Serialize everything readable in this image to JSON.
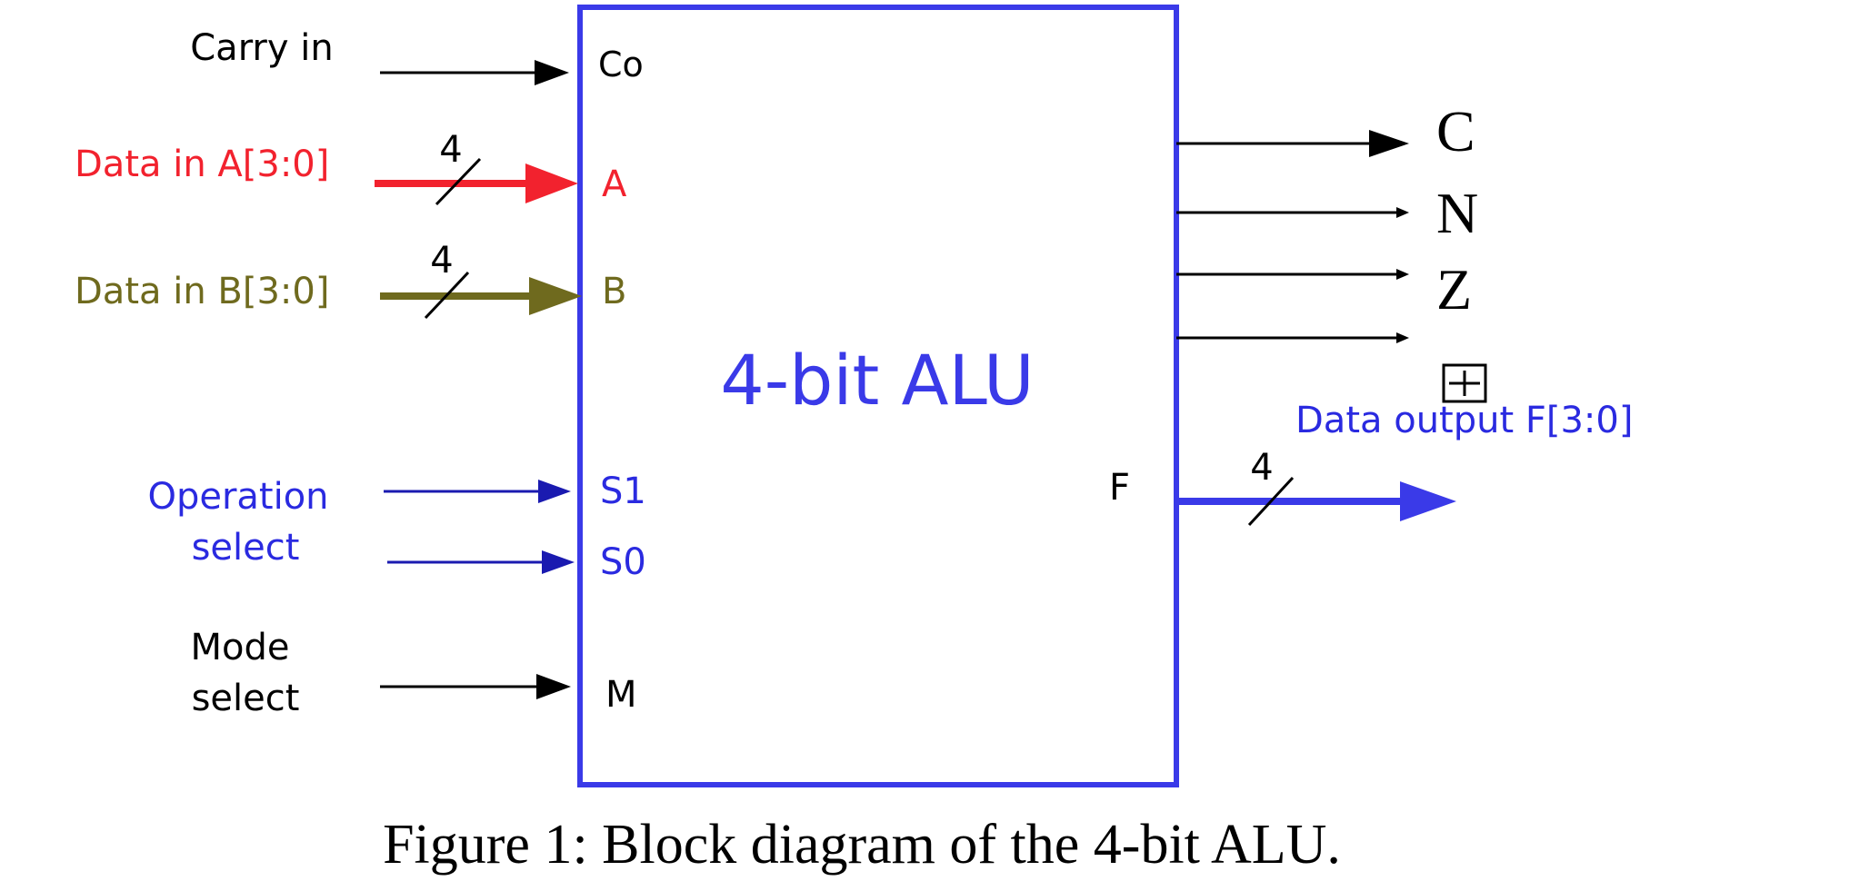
{
  "diagram": {
    "block_title": "4-bit ALU",
    "caption": "Figure 1: Block diagram of the 4-bit ALU.",
    "inputs": {
      "carry": {
        "label": "Carry in",
        "port": "Co"
      },
      "a": {
        "label": "Data in A[3:0]",
        "port": "A",
        "width": "4"
      },
      "b": {
        "label": "Data in B[3:0]",
        "port": "B",
        "width": "4"
      },
      "op": {
        "label_line1": "Operation",
        "label_line2": "select",
        "port_s1": "S1",
        "port_s0": "S0"
      },
      "mode": {
        "label_line1": "Mode",
        "label_line2": "select",
        "port": "M"
      }
    },
    "outputs": {
      "c": "C",
      "n": "N",
      "z": "Z",
      "f": {
        "port": "F",
        "label": "Data output F[3:0]",
        "width": "4"
      }
    }
  },
  "colors": {
    "block": "#3a3ae8",
    "black": "#000000",
    "red": "#f2222e",
    "olive": "#6f6a1e",
    "blue_text": "#2a2ae0",
    "navy_line": "#1a1ab0"
  }
}
